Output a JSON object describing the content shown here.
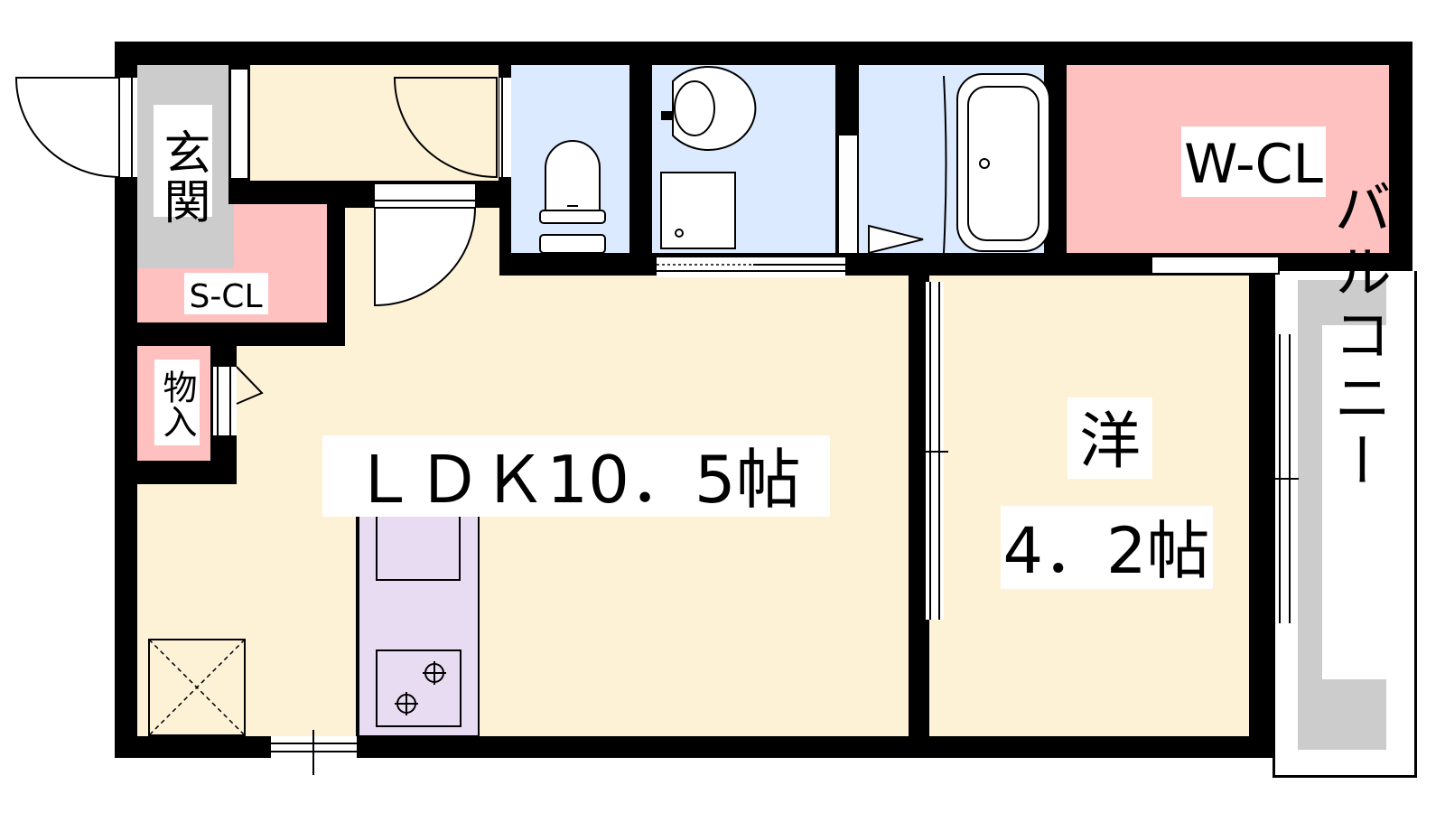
{
  "rooms": {
    "genkan": "玄関",
    "shoe_closet": "S-CL",
    "storage": "物入",
    "ldk": "ＬＤＫ10．5帖",
    "western_name": "洋",
    "western_size": "4．2帖",
    "walk_in_closet": "W-CL",
    "balcony": "バルコニー"
  },
  "colors": {
    "wall": "#000000",
    "living": "#fdf1d6",
    "wet_area": "#dbeafe",
    "closet": "#ffc0c0",
    "entrance": "#cccccc",
    "kitchen": "#e8dcf2",
    "balcony": "#cccccc"
  }
}
